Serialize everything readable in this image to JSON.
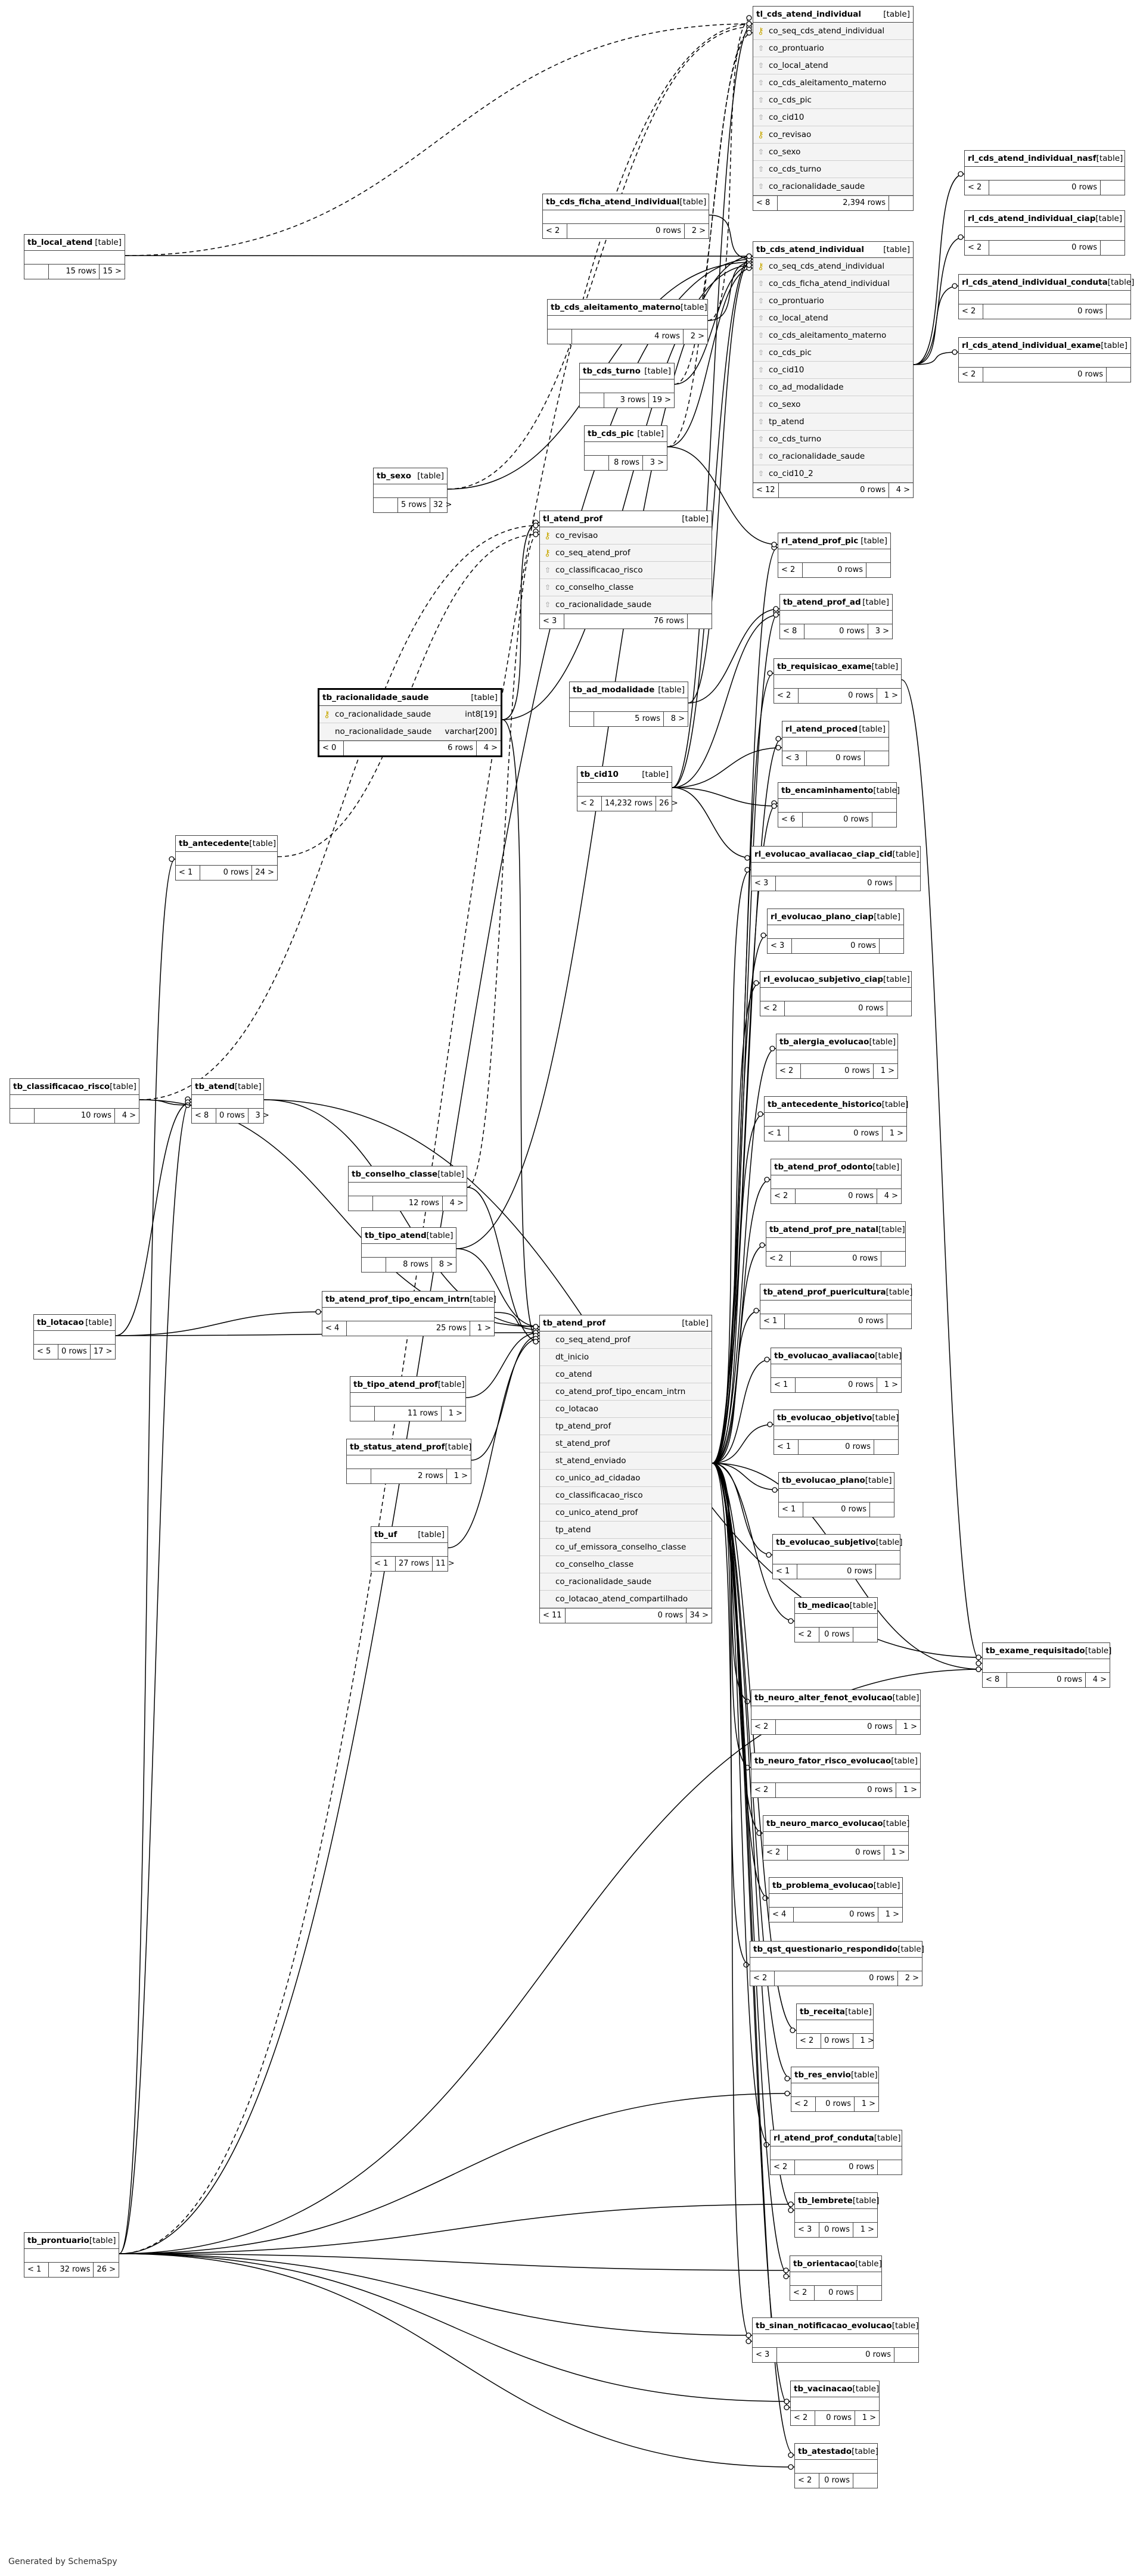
{
  "footer": "Generated by SchemaSpy",
  "table_tag": "[table]",
  "tables": [
    {
      "name": "tl_cds_atend_individual",
      "cols": [
        [
          "co_seq_cds_atend_individual",
          "pk"
        ],
        [
          "co_prontuario",
          "fk"
        ],
        [
          "co_local_atend",
          "fk"
        ],
        [
          "co_cds_aleitamento_materno",
          "fk"
        ],
        [
          "co_cds_pic",
          "fk"
        ],
        [
          "co_cid10",
          "fk"
        ],
        [
          "co_revisao",
          "pk"
        ],
        [
          "co_sexo",
          "fk"
        ],
        [
          "co_cds_turno",
          "fk"
        ],
        [
          "co_racionalidade_saude",
          "fk"
        ]
      ],
      "footer": [
        "< 8",
        "2,394 rows",
        ""
      ]
    },
    {
      "name": "tb_cds_atend_individual",
      "cols": [
        [
          "co_seq_cds_atend_individual",
          "pk"
        ],
        [
          "co_cds_ficha_atend_individual",
          "fk"
        ],
        [
          "co_prontuario",
          "fk"
        ],
        [
          "co_local_atend",
          "fk"
        ],
        [
          "co_cds_aleitamento_materno",
          "fk"
        ],
        [
          "co_cds_pic",
          "fk"
        ],
        [
          "co_cid10",
          "fk"
        ],
        [
          "co_ad_modalidade",
          "fk"
        ],
        [
          "co_sexo",
          "fk"
        ],
        [
          "tp_atend",
          "fk"
        ],
        [
          "co_cds_turno",
          "fk"
        ],
        [
          "co_racionalidade_saude",
          "fk"
        ],
        [
          "co_cid10_2",
          "fk"
        ]
      ],
      "footer": [
        "< 12",
        "0 rows",
        "4 >"
      ]
    },
    {
      "name": "rl_cds_atend_individual_nasf",
      "cols": [],
      "footer": [
        "< 2",
        "0 rows",
        ""
      ]
    },
    {
      "name": "rl_cds_atend_individual_ciap",
      "cols": [],
      "footer": [
        "< 2",
        "0 rows",
        ""
      ]
    },
    {
      "name": "rl_cds_atend_individual_conduta",
      "cols": [],
      "footer": [
        "< 2",
        "0 rows",
        ""
      ]
    },
    {
      "name": "rl_cds_atend_individual_exame",
      "cols": [],
      "footer": [
        "< 2",
        "0 rows",
        ""
      ]
    },
    {
      "name": "tb_local_atend",
      "cols": [],
      "footer": [
        "",
        "15 rows",
        "15 >"
      ]
    },
    {
      "name": "tb_cds_ficha_atend_individual",
      "cols": [],
      "footer": [
        "< 2",
        "0 rows",
        "2 >"
      ]
    },
    {
      "name": "tb_cds_aleitamento_materno",
      "cols": [],
      "footer": [
        "",
        "4 rows",
        "2 >"
      ]
    },
    {
      "name": "tb_cds_turno",
      "cols": [],
      "footer": [
        "",
        "3 rows",
        "19 >"
      ]
    },
    {
      "name": "tb_cds_pic",
      "cols": [],
      "footer": [
        "",
        "8 rows",
        "3 >"
      ]
    },
    {
      "name": "tb_sexo",
      "cols": [],
      "footer": [
        "",
        "5 rows",
        "32 >"
      ]
    },
    {
      "name": "tl_atend_prof",
      "cols": [
        [
          "co_revisao",
          "pk"
        ],
        [
          "co_seq_atend_prof",
          "pk"
        ],
        [
          "co_classificacao_risco",
          "fk"
        ],
        [
          "co_conselho_classe",
          "fk"
        ],
        [
          "co_racionalidade_saude",
          "fk"
        ]
      ],
      "footer": [
        "< 3",
        "76 rows",
        ""
      ]
    },
    {
      "name": "tb_racionalidade_saude",
      "cols": [
        [
          "co_racionalidade_saude",
          "pk",
          "int8[19]"
        ],
        [
          "no_racionalidade_saude",
          "plain",
          "varchar[200]"
        ]
      ],
      "footer": [
        "< 0",
        "6 rows",
        "4 >"
      ]
    },
    {
      "name": "tb_ad_modalidade",
      "cols": [],
      "footer": [
        "",
        "5 rows",
        "8 >"
      ]
    },
    {
      "name": "tb_cid10",
      "cols": [],
      "footer": [
        "< 2",
        "14,232 rows",
        "26 >"
      ]
    },
    {
      "name": "tb_antecedente",
      "cols": [],
      "footer": [
        "< 1",
        "0 rows",
        "24 >"
      ]
    },
    {
      "name": "rl_atend_prof_pic",
      "cols": [],
      "footer": [
        "< 2",
        "0 rows",
        ""
      ]
    },
    {
      "name": "tb_atend_prof_ad",
      "cols": [],
      "footer": [
        "< 8",
        "0 rows",
        "3 >"
      ]
    },
    {
      "name": "tb_requisicao_exame",
      "cols": [],
      "footer": [
        "< 2",
        "0 rows",
        "1 >"
      ]
    },
    {
      "name": "rl_atend_proced",
      "cols": [],
      "footer": [
        "< 3",
        "0 rows",
        ""
      ]
    },
    {
      "name": "tb_encaminhamento",
      "cols": [],
      "footer": [
        "< 6",
        "0 rows",
        ""
      ]
    },
    {
      "name": "rl_evolucao_avaliacao_ciap_cid",
      "cols": [],
      "footer": [
        "< 3",
        "0 rows",
        ""
      ]
    },
    {
      "name": "rl_evolucao_plano_ciap",
      "cols": [],
      "footer": [
        "< 3",
        "0 rows",
        ""
      ]
    },
    {
      "name": "rl_evolucao_subjetivo_ciap",
      "cols": [],
      "footer": [
        "< 2",
        "0 rows",
        ""
      ]
    },
    {
      "name": "tb_alergia_evolucao",
      "cols": [],
      "footer": [
        "< 2",
        "0 rows",
        "1 >"
      ]
    },
    {
      "name": "tb_antecedente_historico",
      "cols": [],
      "footer": [
        "< 1",
        "0 rows",
        "1 >"
      ]
    },
    {
      "name": "tb_atend_prof_odonto",
      "cols": [],
      "footer": [
        "< 2",
        "0 rows",
        "4 >"
      ]
    },
    {
      "name": "tb_atend_prof_pre_natal",
      "cols": [],
      "footer": [
        "< 2",
        "0 rows",
        ""
      ]
    },
    {
      "name": "tb_atend_prof_puericultura",
      "cols": [],
      "footer": [
        "< 1",
        "0 rows",
        ""
      ]
    },
    {
      "name": "tb_evolucao_avaliacao",
      "cols": [],
      "footer": [
        "< 1",
        "0 rows",
        "1 >"
      ]
    },
    {
      "name": "tb_evolucao_objetivo",
      "cols": [],
      "footer": [
        "< 1",
        "0 rows",
        ""
      ]
    },
    {
      "name": "tb_evolucao_plano",
      "cols": [],
      "footer": [
        "< 1",
        "0 rows",
        ""
      ]
    },
    {
      "name": "tb_evolucao_subjetivo",
      "cols": [],
      "footer": [
        "< 1",
        "0 rows",
        ""
      ]
    },
    {
      "name": "tb_medicao",
      "cols": [],
      "footer": [
        "< 2",
        "0 rows",
        ""
      ]
    },
    {
      "name": "tb_exame_requisitado",
      "cols": [],
      "footer": [
        "< 8",
        "0 rows",
        "4 >"
      ]
    },
    {
      "name": "tb_neuro_alter_fenot_evolucao",
      "cols": [],
      "footer": [
        "< 2",
        "0 rows",
        "1 >"
      ]
    },
    {
      "name": "tb_neuro_fator_risco_evolucao",
      "cols": [],
      "footer": [
        "< 2",
        "0 rows",
        "1 >"
      ]
    },
    {
      "name": "tb_neuro_marco_evolucao",
      "cols": [],
      "footer": [
        "< 2",
        "0 rows",
        "1 >"
      ]
    },
    {
      "name": "tb_problema_evolucao",
      "cols": [],
      "footer": [
        "< 4",
        "0 rows",
        "1 >"
      ]
    },
    {
      "name": "tb_qst_questionario_respondido",
      "cols": [],
      "footer": [
        "< 2",
        "0 rows",
        "2 >"
      ]
    },
    {
      "name": "tb_receita",
      "cols": [],
      "footer": [
        "< 2",
        "0 rows",
        "1 >"
      ]
    },
    {
      "name": "tb_res_envio",
      "cols": [],
      "footer": [
        "< 2",
        "0 rows",
        "1 >"
      ]
    },
    {
      "name": "rl_atend_prof_conduta",
      "cols": [],
      "footer": [
        "< 2",
        "0 rows",
        ""
      ]
    },
    {
      "name": "tb_lembrete",
      "cols": [],
      "footer": [
        "< 3",
        "0 rows",
        "1 >"
      ]
    },
    {
      "name": "tb_orientacao",
      "cols": [],
      "footer": [
        "< 2",
        "0 rows",
        ""
      ]
    },
    {
      "name": "tb_sinan_notificacao_evolucao",
      "cols": [],
      "footer": [
        "< 3",
        "0 rows",
        ""
      ]
    },
    {
      "name": "tb_vacinacao",
      "cols": [],
      "footer": [
        "< 2",
        "0 rows",
        "1 >"
      ]
    },
    {
      "name": "tb_atestado",
      "cols": [],
      "footer": [
        "< 2",
        "0 rows",
        ""
      ]
    },
    {
      "name": "tb_classificacao_risco",
      "cols": [],
      "footer": [
        "",
        "10 rows",
        "4 >"
      ]
    },
    {
      "name": "tb_atend",
      "cols": [],
      "footer": [
        "< 8",
        "0 rows",
        "3 >"
      ]
    },
    {
      "name": "tb_conselho_classe",
      "cols": [],
      "footer": [
        "",
        "12 rows",
        "4 >"
      ]
    },
    {
      "name": "tb_tipo_atend",
      "cols": [],
      "footer": [
        "",
        "8 rows",
        "8 >"
      ]
    },
    {
      "name": "tb_lotacao",
      "cols": [],
      "footer": [
        "< 5",
        "0 rows",
        "17 >"
      ]
    },
    {
      "name": "tb_atend_prof_tipo_encam_intrn",
      "cols": [],
      "footer": [
        "< 4",
        "25 rows",
        "1 >"
      ]
    },
    {
      "name": "tb_tipo_atend_prof",
      "cols": [],
      "footer": [
        "",
        "11 rows",
        "1 >"
      ]
    },
    {
      "name": "tb_status_atend_prof",
      "cols": [],
      "footer": [
        "",
        "2 rows",
        "1 >"
      ]
    },
    {
      "name": "tb_uf",
      "cols": [],
      "footer": [
        "< 1",
        "27 rows",
        "11 >"
      ]
    },
    {
      "name": "tb_atend_prof",
      "cols": [
        [
          "co_seq_atend_prof",
          "plain"
        ],
        [
          "dt_inicio",
          "plain"
        ],
        [
          "co_atend",
          "plain"
        ],
        [
          "co_atend_prof_tipo_encam_intrn",
          "plain"
        ],
        [
          "co_lotacao",
          "plain"
        ],
        [
          "tp_atend_prof",
          "plain"
        ],
        [
          "st_atend_prof",
          "plain"
        ],
        [
          "st_atend_enviado",
          "plain"
        ],
        [
          "co_unico_ad_cidadao",
          "plain"
        ],
        [
          "co_classificacao_risco",
          "plain"
        ],
        [
          "co_unico_atend_prof",
          "plain"
        ],
        [
          "tp_atend",
          "plain"
        ],
        [
          "co_uf_emissora_conselho_classe",
          "plain"
        ],
        [
          "co_conselho_classe",
          "plain"
        ],
        [
          "co_racionalidade_saude",
          "plain"
        ],
        [
          "co_lotacao_atend_compartilhado",
          "plain"
        ]
      ],
      "footer": [
        "< 11",
        "0 rows",
        "34 >"
      ]
    },
    {
      "name": "tb_prontuario",
      "cols": [],
      "footer": [
        "< 1",
        "32 rows",
        "26 >"
      ]
    }
  ]
}
